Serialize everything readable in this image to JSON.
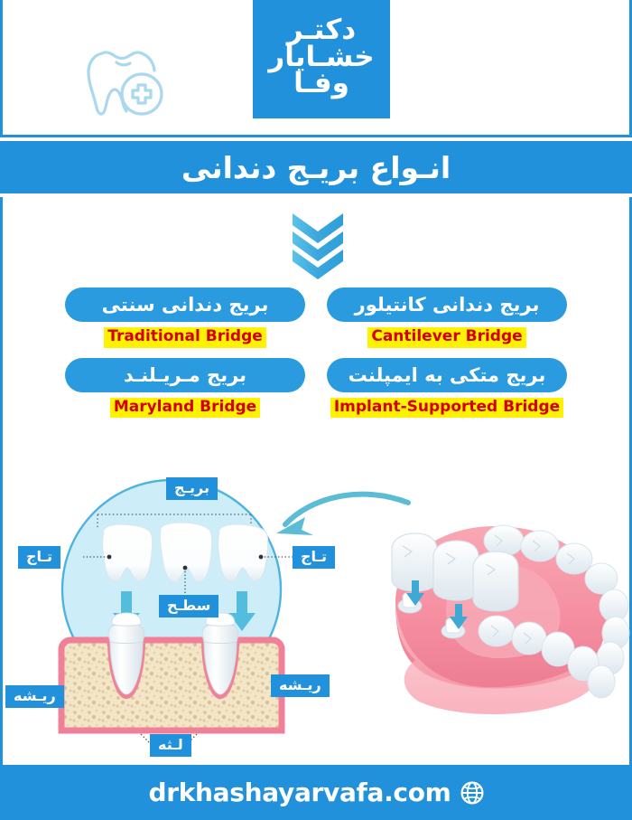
{
  "header": {
    "tooth_icon": "tooth-with-cross-icon",
    "brand_name_fa": "دکتر خشایار وفا",
    "brand_line1": "دکتـر",
    "brand_line2": "خشـایار",
    "brand_line3": "وفـا"
  },
  "title": {
    "text_fa": "انـواع بریـج دندانی"
  },
  "chevrons": {
    "icon": "triple-chevron-down-icon",
    "count": 3
  },
  "bridge_types": [
    {
      "fa": "بریج دندانی سنتی",
      "en": "Traditional Bridge"
    },
    {
      "fa": "بریج دندانی کانتیلور",
      "en": "Cantilever Bridge"
    },
    {
      "fa": "بریج مـریـلنـد",
      "en": "Maryland Bridge"
    },
    {
      "fa": "بریج متکی به ایمپلنت",
      "en": "Implant-Supported Bridge"
    }
  ],
  "diagram": {
    "labels": {
      "bridge": "بریـج",
      "crown_left": "تـاج",
      "crown_right": "تـاج",
      "surface": "سطـح",
      "root_left": "ریـشه",
      "root_right": "ریـشه",
      "gum": "لـثه"
    },
    "arrow": "curved-arrow-left-icon",
    "jaw_model": "lower-jaw-with-bridge-illustration"
  },
  "footer": {
    "globe_icon": "globe-icon",
    "url": "drkhashayarvafa.com"
  },
  "colors": {
    "brand_blue": "#2191dc",
    "pill_blue": "#2b9be0",
    "highlight_yellow": "#fff200",
    "highlight_red": "#d40000",
    "circle_fill": "#cdeef9",
    "circle_stroke": "#4fb3e0",
    "gum_pink": "#f08098",
    "bone_cream": "#f2e3c4",
    "arrow_teal": "#5cbcd6"
  }
}
